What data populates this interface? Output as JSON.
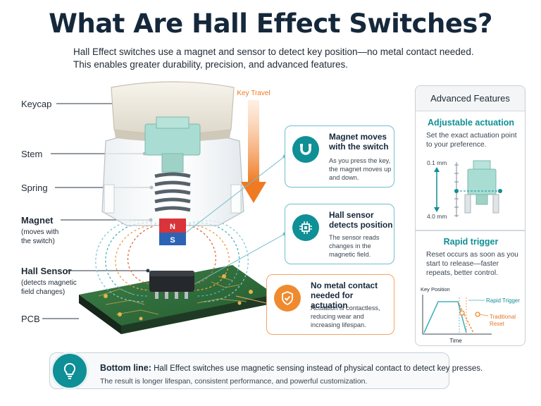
{
  "title": "What Are Hall Effect Switches?",
  "intro": {
    "line1": "Hall Effect switches use a magnet and sensor to detect key position—no metal contact needed.",
    "line2": "This enables greater durability, precision, and advanced features."
  },
  "diagram": {
    "labels": {
      "keycap": "Keycap",
      "stem": "Stem",
      "spring": "Spring",
      "magnet": "Magnet",
      "magnet_sub1": "(moves with",
      "magnet_sub2": "the switch)",
      "hall_sensor": "Hall Sensor",
      "hall_sub1": "(detects magnetic",
      "hall_sub2": "field changes)",
      "pcb": "PCB"
    },
    "magnet_north": "N",
    "magnet_south": "S",
    "key_travel": "Key Travel"
  },
  "callouts": [
    {
      "icon": "magnet-icon",
      "title": "Magnet moves with the switch",
      "body": "As you press the key, the magnet moves up and down."
    },
    {
      "icon": "chip-icon",
      "title": "Hall sensor detects position",
      "body": "The sensor reads changes in the magnetic field."
    },
    {
      "icon": "shield-check-icon",
      "title": "No metal contact needed for actuation",
      "body": "Actuation is contactless, reducing wear and increasing lifespan."
    }
  ],
  "advanced": {
    "title": "Advanced Features",
    "adjustable": {
      "title": "Adjustable actuation",
      "body": "Set the exact actuation point to your preference.",
      "min_label": "0.1 mm",
      "max_label": "4.0 mm"
    },
    "rapid": {
      "title": "Rapid trigger",
      "body": "Reset occurs as soon as you start to release—faster repeats, better control.",
      "y_axis": "Key Position",
      "x_axis": "Time",
      "series_rapid": "Rapid Trigger",
      "series_traditional_1": "Traditional",
      "series_traditional_2": "Reset"
    }
  },
  "bottom": {
    "lead": "Bottom line:",
    "line1": " Hall Effect switches use magnetic sensing instead of physical contact to detect key presses.",
    "line2": "The result is longer lifespan, consistent performance, and powerful customization."
  },
  "colors": {
    "teal": "#0f8f96",
    "orange": "#f08a2e",
    "pcb_green": "#2f6b3a",
    "stem_mint": "#a9dcd2"
  }
}
